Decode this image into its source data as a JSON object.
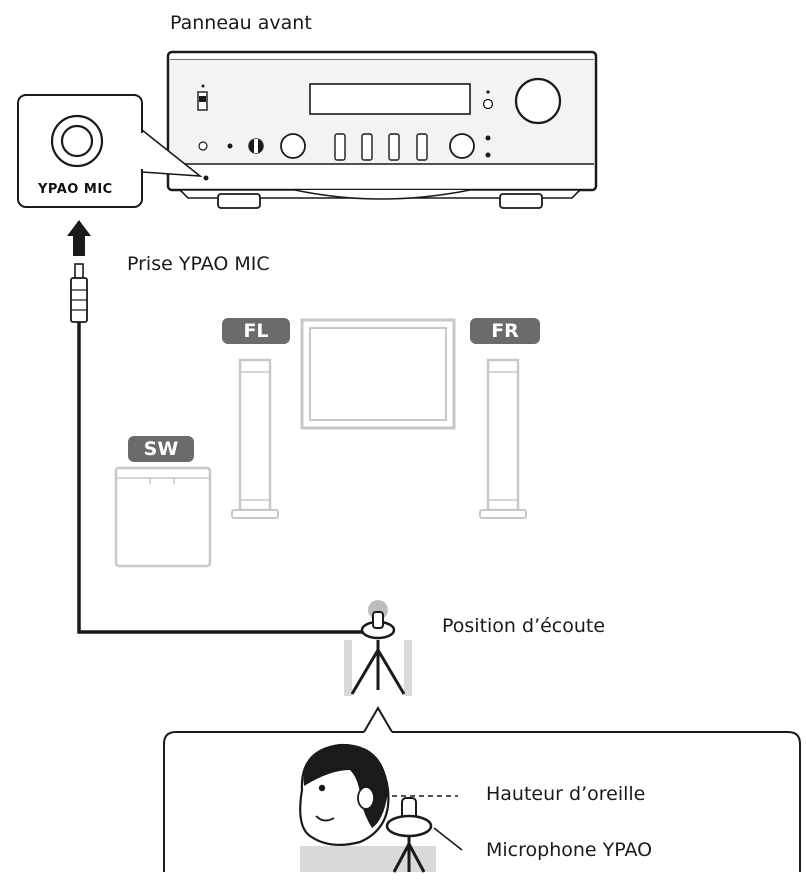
{
  "labels": {
    "front_panel": "Panneau avant",
    "jack": "Prise YPAO MIC",
    "mic_port": "YPAO MIC",
    "listening_position": "Position d’écoute",
    "ear_height": "Hauteur d’oreille",
    "microphone": "Microphone YPAO"
  },
  "speakers": {
    "front_left": "FL",
    "front_right": "FR",
    "subwoofer": "SW"
  },
  "colors": {
    "line": "#1a1a1a",
    "tag": "#6b6b6b",
    "faded": "#c8c8c8",
    "highlight": "#bdbdbd"
  }
}
